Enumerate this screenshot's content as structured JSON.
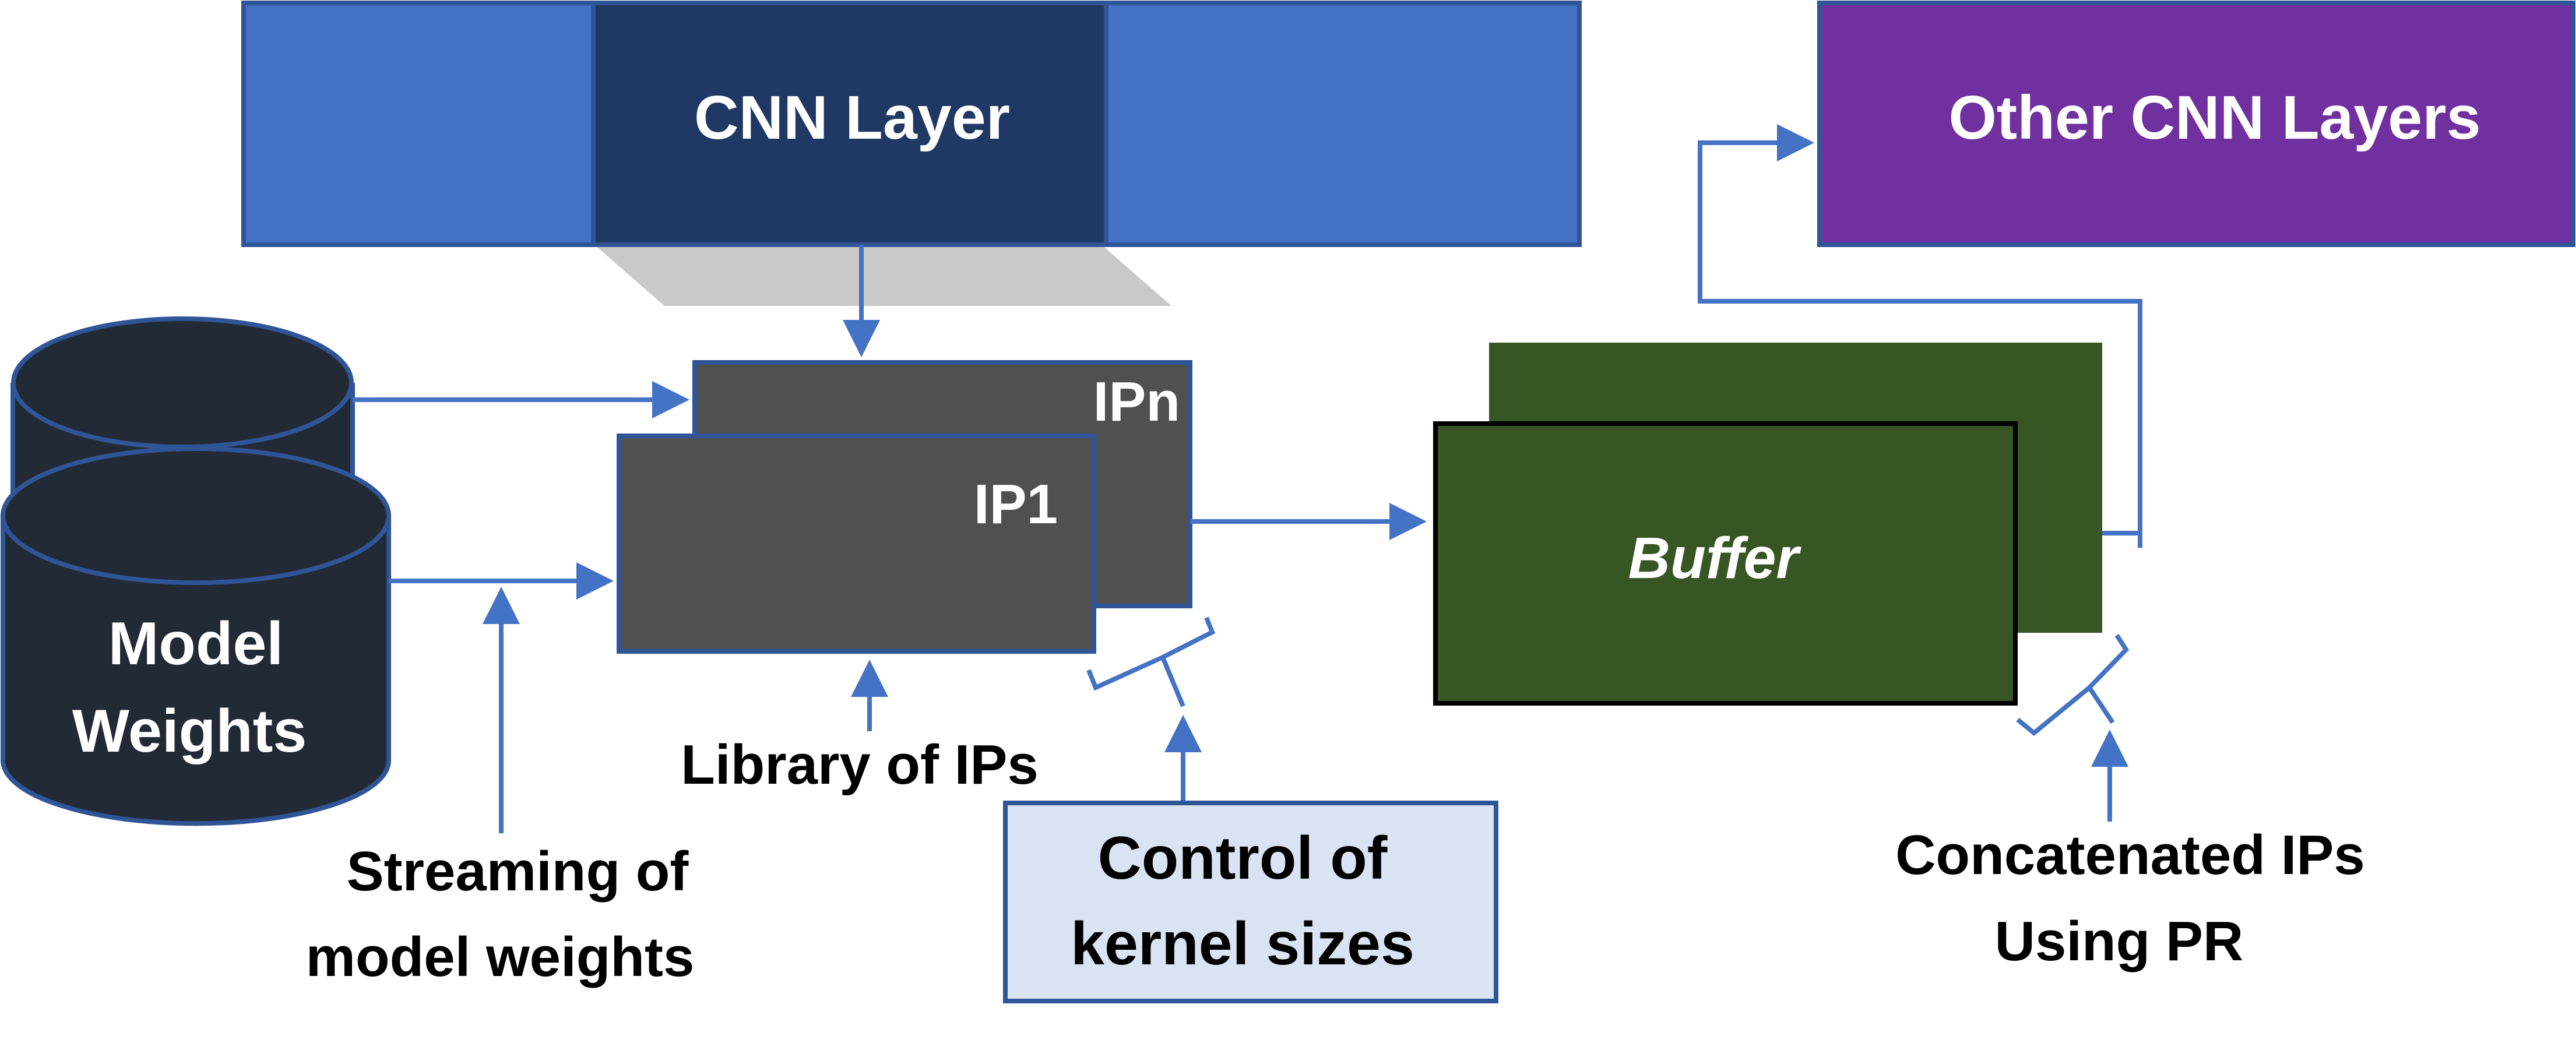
{
  "cnn_layer": {
    "label": "CNN Layer"
  },
  "other_layers": {
    "label": "Other CNN Layers"
  },
  "model_weights": {
    "line1": "Model",
    "line2": "Weights"
  },
  "ip_stack": {
    "back_label": "IPn",
    "front_label": "IP1"
  },
  "buffer": {
    "label": "Buffer"
  },
  "annotations": {
    "library": "Library of IPs",
    "streaming_line1": "Streaming of",
    "streaming_line2": "model weights",
    "control_line1": "Control of",
    "control_line2": "kernel sizes",
    "concat_line1": "Concatenated IPs",
    "concat_line2": "Using PR"
  },
  "colors": {
    "cnn_light": "#4472C4",
    "cnn_dark": "#203864",
    "border_blue": "#2F5597",
    "other_layers": "#7030A0",
    "cylinder": "#222A35",
    "ip_gray": "#505050",
    "buffer_green": "#375623",
    "control_fill": "#DAE3F3",
    "arrow": "#4472C4",
    "shadow": "#C9C9C9"
  }
}
